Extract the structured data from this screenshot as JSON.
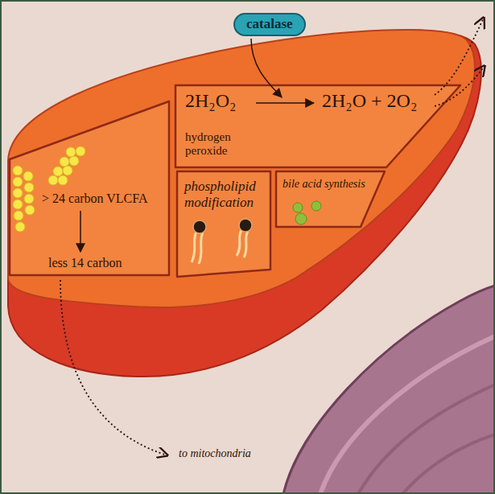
{
  "diagram": {
    "nodes": [
      {
        "text": [
          "catalase"
        ]
      },
      {
        "text": [
          "2H₂O₂",
          "hydrogen peroxide",
          "2H₂O + 2O₂"
        ]
      },
      {
        "text": [
          "> 24 carbon VLCFA",
          "less 14 carbon"
        ]
      },
      {
        "text": [
          "phospholipid modification"
        ]
      },
      {
        "text": [
          "bile acid synthesis"
        ]
      }
    ],
    "labels": [
      "to mitochondria"
    ]
  }
}
